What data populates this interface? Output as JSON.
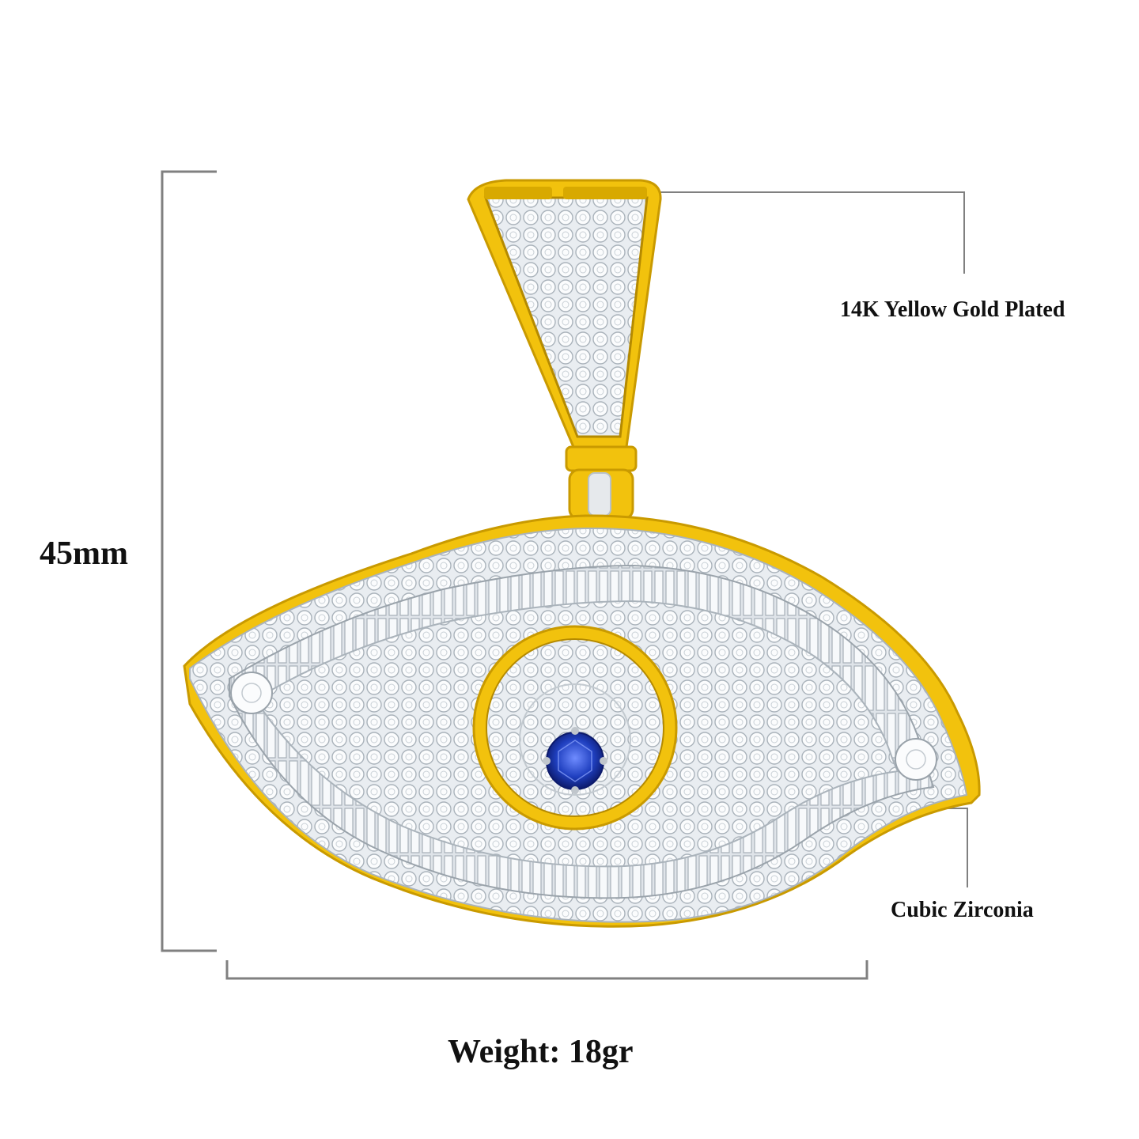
{
  "labels": {
    "height": "45mm",
    "material": "14K Yellow Gold Plated",
    "stone": "Cubic Zirconia",
    "weight": "Weight: 18gr"
  },
  "colors": {
    "gold": "#f2c20d",
    "gold_dark": "#c99a00",
    "stone": "#eef1f4",
    "stone_shadow": "#b9c1c8",
    "sapphire": "#1f3fbf",
    "line": "#808080"
  }
}
